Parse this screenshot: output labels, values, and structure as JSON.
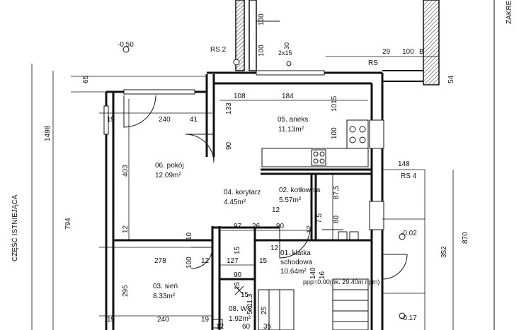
{
  "rooms": {
    "aneks": {
      "name": "05. aneks",
      "area": "11.13m²"
    },
    "pokoj": {
      "name": "06. pokój",
      "area": "12.09m²"
    },
    "korytarz": {
      "name": "04. korytarz",
      "area": "4.45m²"
    },
    "kotlownia": {
      "name": "02. kotłownia",
      "area": "5.57m²"
    },
    "klatka": {
      "name1": "01. klatka",
      "name2": "schodowa",
      "area": "10.64m²"
    },
    "sien": {
      "name": "03. sień",
      "area": "8.33m²"
    },
    "wc": {
      "name": "08. WC",
      "area": "1.92m²"
    }
  },
  "labels": {
    "rs2": "RS 2",
    "rs": "RS",
    "rs4": "RS 4",
    "lvl1": "-0.50",
    "lvl2": "-0.02",
    "lvl3": "-0.17",
    "ppp": "ppp=0.00(ok. 29.40m npm)",
    "czesc": "CZĘŚĆ ISTNIEJĄCA",
    "zakres": "ZAKRE",
    "d_2x15": "2x15",
    "d_30": "30",
    "b": "B"
  },
  "dims": {
    "d100a": "100",
    "d100b": "100",
    "d29": "29",
    "d100c": "100",
    "d54": "54",
    "d65": "65",
    "d1498": "1498",
    "d794": "794",
    "d108": "108",
    "d184": "184",
    "d1015": "1015",
    "d133": "133",
    "d240a": "240",
    "d41": "41",
    "d19a": "19",
    "d90a": "90",
    "d100d": "100",
    "d403": "403",
    "d148": "148",
    "d87": "87.5",
    "d80": "80",
    "d75": "7.5",
    "d12a": "12",
    "d12b": "12",
    "d97": "97",
    "d26": "26",
    "d90b": "90",
    "d12c": "12",
    "d10": "10",
    "d12d": "12",
    "d352": "352",
    "d870": "870",
    "d278": "278",
    "d100e": "100",
    "d12e": "12",
    "d127": "127",
    "d15a": "15",
    "d15b": "15",
    "d90c": "90",
    "d15c": "15",
    "d140": "140",
    "d16": "16",
    "d295": "295",
    "d19b": "19",
    "d240b": "240",
    "d19c": "19",
    "d60": "60",
    "d35": "35",
    "d5x": "5x11.3",
    "d25": "25",
    "d12f": "12",
    "d15d": "15"
  }
}
